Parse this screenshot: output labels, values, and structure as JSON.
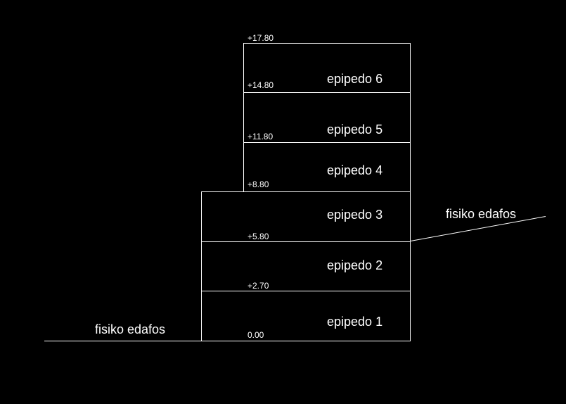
{
  "colors": {
    "background": "#000000",
    "lines": "#ffffff",
    "text": "#ffffff"
  },
  "levels": {
    "l0": "0.00",
    "l1": "+2.70",
    "l2": "+5.80",
    "l3": "+8.80",
    "l4": "+11.80",
    "l5": "+14.80",
    "l6": "+17.80"
  },
  "floors": {
    "f1": "epipedo 1",
    "f2": "epipedo 2",
    "f3": "epipedo 3",
    "f4": "epipedo 4",
    "f5": "epipedo 5",
    "f6": "epipedo 6"
  },
  "ground": {
    "left": "fisiko edafos",
    "right": "fisiko edafos"
  }
}
